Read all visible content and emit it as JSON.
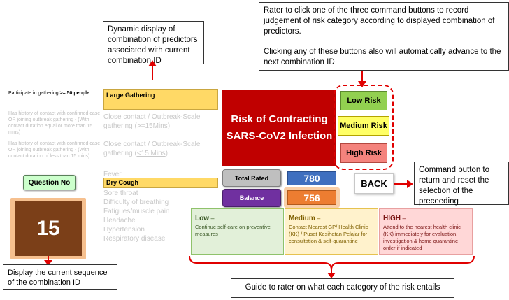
{
  "callouts": {
    "predictors": "Dynamic display of combination of predictors associated with current combination ID",
    "rater": "Rater to click one of the three command buttons to record judgement of risk category according to displayed combination of predictors.",
    "rater_advance": "Clicking any of these buttons also will automatically advance to the next combination ID",
    "back": "Command button to return and reset the selection of the preceeding combination",
    "sequence": "Display the current sequence of the combination ID",
    "guide": "Guide to rater on what each category of the risk entails"
  },
  "left": {
    "gathering_label_prefix": "Participate in gathering ",
    "gathering_label_bold": ">= 50 people",
    "contact_q1": "Has history of contact with confirmed case OR joining outbreak gathering - (With contact duration equal or more than 15 mins)",
    "contact_q2": "Has history of contact with confirmed case OR joining outbreak gathering - (With contact duration of less than 15 mins)",
    "question_no_label": "Question No",
    "question_no_value": "15"
  },
  "predictors": {
    "large_gathering": "Large Gathering",
    "close_contact_ge_a": "Close contact / Outbreak-Scale",
    "close_contact_ge_b": "gathering (",
    "close_contact_ge_u": ">=15Mins",
    "close_contact_ge_c": ")",
    "close_contact_lt_a": "Close contact / Outbreak-Scale",
    "close_contact_lt_b": "gathering (",
    "close_contact_lt_u": "<15 Mins",
    "close_contact_lt_c": ")",
    "symptoms": [
      "Fever",
      "Dry Cough",
      "Sore throat",
      "Difficulty of breathing",
      "Fatigues/muscle pain",
      "Headache",
      "Hypertension",
      "Respiratory disease"
    ],
    "active_symptom_index": 1
  },
  "risk_panel": {
    "title_line1": "Risk of Contracting",
    "title_line2": "SARS-CoV2 Infection"
  },
  "buttons": {
    "low": "Low Risk",
    "medium": "Medium Risk",
    "high": "High Risk",
    "back": "BACK"
  },
  "counters": {
    "total_label": "Total Rated",
    "total_value": "780",
    "balance_label": "Balance",
    "balance_value": "756"
  },
  "guide": {
    "low_title": "Low",
    "low_dash": " –",
    "low_text": "Continue self-care on preventive measures",
    "medium_title": "Medium",
    "medium_dash": " –",
    "medium_text": "Contact Nearest GP/ Health Clinic (KK) / Pusat Kesihatan Pelajar for consultation & self-quarantine",
    "high_title": "HIGH",
    "high_dash": " –",
    "high_text": "Attend to the nearest health clinic (KK) immediately for evaluation, investigation & home quarantine order if indicated"
  },
  "colors": {
    "risk_panel": "#c00000",
    "low": "#92d050",
    "medium": "#ffff66",
    "high": "#f4837d",
    "accent_red": "#e00000",
    "question_no_bg": "#7b3f18"
  }
}
